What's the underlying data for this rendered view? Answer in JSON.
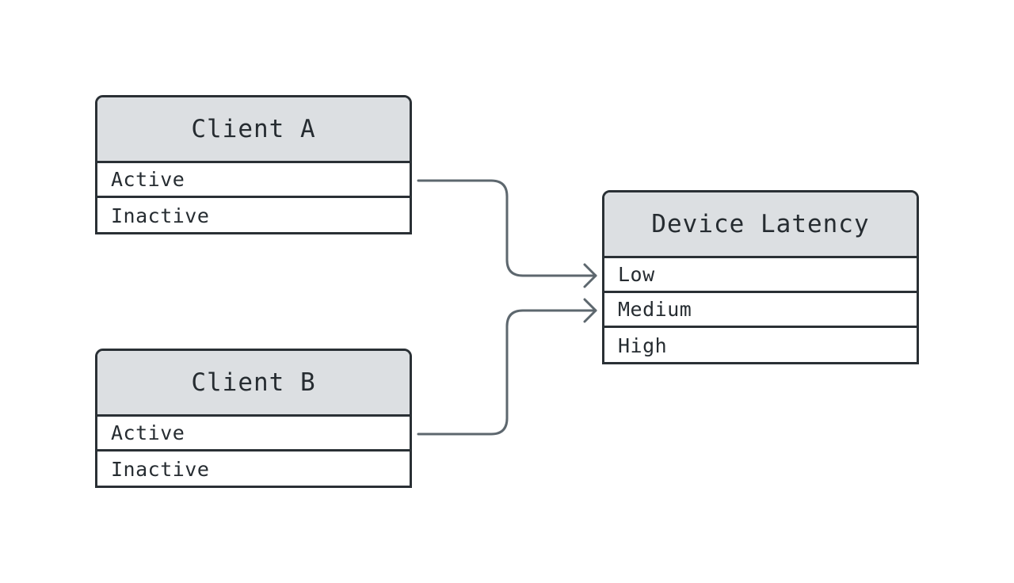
{
  "colors": {
    "border": "#2a3035",
    "header_fill": "#dcdfe2",
    "connector": "#5d676e",
    "text": "#262c31"
  },
  "entities": {
    "client_a": {
      "title": "Client A",
      "rows": [
        "Active",
        "Inactive"
      ]
    },
    "client_b": {
      "title": "Client B",
      "rows": [
        "Active",
        "Inactive"
      ]
    },
    "device_latency": {
      "title": "Device Latency",
      "rows": [
        "Low",
        "Medium",
        "High"
      ]
    }
  },
  "connections": [
    {
      "from": "client_a.Active",
      "to": "device_latency.Low"
    },
    {
      "from": "client_b.Active",
      "to": "device_latency.Medium"
    }
  ]
}
